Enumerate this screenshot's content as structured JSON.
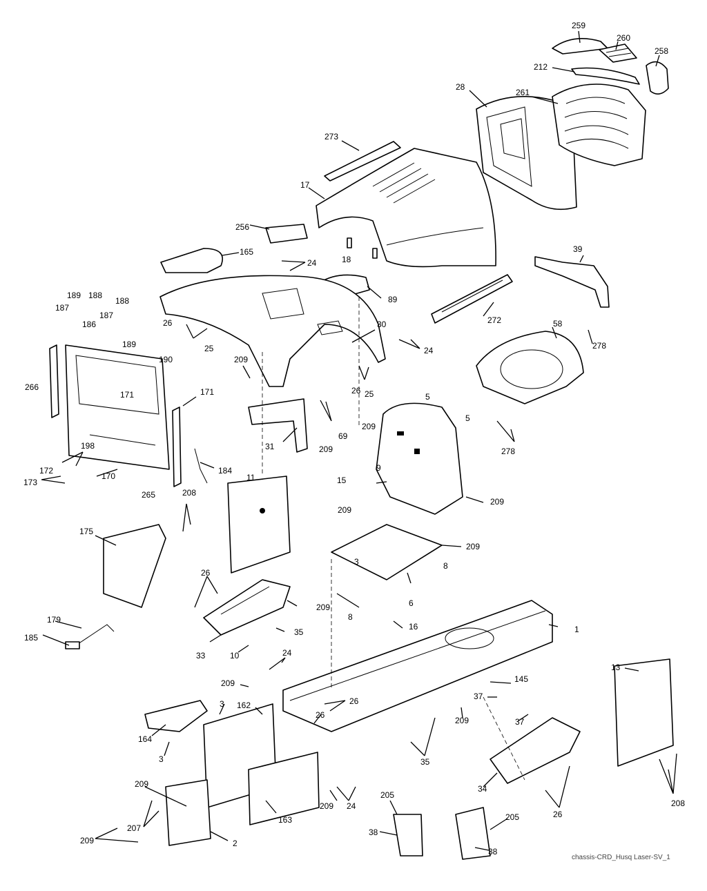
{
  "diagram": {
    "caption": "chassis-CRD_Husq Laser-SV_1",
    "callouts": [
      {
        "id": "c259",
        "text": "259"
      },
      {
        "id": "c260",
        "text": "260"
      },
      {
        "id": "c258",
        "text": "258"
      },
      {
        "id": "c212",
        "text": "212"
      },
      {
        "id": "c28",
        "text": "28"
      },
      {
        "id": "c261",
        "text": "261"
      },
      {
        "id": "c273",
        "text": "273"
      },
      {
        "id": "c17",
        "text": "17"
      },
      {
        "id": "c256",
        "text": "256"
      },
      {
        "id": "c18",
        "text": "18"
      },
      {
        "id": "c165",
        "text": "165"
      },
      {
        "id": "c24a",
        "text": "24"
      },
      {
        "id": "c89",
        "text": "89"
      },
      {
        "id": "c39",
        "text": "39"
      },
      {
        "id": "c272",
        "text": "272"
      },
      {
        "id": "c278a",
        "text": "278"
      },
      {
        "id": "c58",
        "text": "58"
      },
      {
        "id": "c189a",
        "text": "189"
      },
      {
        "id": "c188a",
        "text": "188"
      },
      {
        "id": "c188b",
        "text": "188"
      },
      {
        "id": "c187a",
        "text": "187"
      },
      {
        "id": "c187b",
        "text": "187"
      },
      {
        "id": "c186",
        "text": "186"
      },
      {
        "id": "c189b",
        "text": "189"
      },
      {
        "id": "c26a",
        "text": "26"
      },
      {
        "id": "c25a",
        "text": "25"
      },
      {
        "id": "c30",
        "text": "30"
      },
      {
        "id": "c24b",
        "text": "24"
      },
      {
        "id": "c190",
        "text": "190"
      },
      {
        "id": "c209a",
        "text": "209"
      },
      {
        "id": "c26b",
        "text": "26"
      },
      {
        "id": "c25b",
        "text": "25"
      },
      {
        "id": "c266",
        "text": "266"
      },
      {
        "id": "c171a",
        "text": "171"
      },
      {
        "id": "c171b",
        "text": "171"
      },
      {
        "id": "c5a",
        "text": "5"
      },
      {
        "id": "c5b",
        "text": "5"
      },
      {
        "id": "c209b",
        "text": "209"
      },
      {
        "id": "c69",
        "text": "69"
      },
      {
        "id": "c31",
        "text": "31"
      },
      {
        "id": "c209c",
        "text": "209"
      },
      {
        "id": "c278b",
        "text": "278"
      },
      {
        "id": "c198",
        "text": "198"
      },
      {
        "id": "c172",
        "text": "172"
      },
      {
        "id": "c173",
        "text": "173"
      },
      {
        "id": "c170",
        "text": "170"
      },
      {
        "id": "c184",
        "text": "184"
      },
      {
        "id": "c9",
        "text": "9"
      },
      {
        "id": "c11",
        "text": "11"
      },
      {
        "id": "c15",
        "text": "15"
      },
      {
        "id": "c265",
        "text": "265"
      },
      {
        "id": "c208a",
        "text": "208"
      },
      {
        "id": "c209d",
        "text": "209"
      },
      {
        "id": "c209e",
        "text": "209"
      },
      {
        "id": "c3a",
        "text": "3"
      },
      {
        "id": "c209f",
        "text": "209"
      },
      {
        "id": "c175",
        "text": "175"
      },
      {
        "id": "c8a",
        "text": "8"
      },
      {
        "id": "c26c",
        "text": "26"
      },
      {
        "id": "c6",
        "text": "6"
      },
      {
        "id": "c209g",
        "text": "209"
      },
      {
        "id": "c8b",
        "text": "8"
      },
      {
        "id": "c179",
        "text": "179"
      },
      {
        "id": "c16",
        "text": "16"
      },
      {
        "id": "c35a",
        "text": "35"
      },
      {
        "id": "c1",
        "text": "1"
      },
      {
        "id": "c185",
        "text": "185"
      },
      {
        "id": "c33",
        "text": "33"
      },
      {
        "id": "c10",
        "text": "10"
      },
      {
        "id": "c24c",
        "text": "24"
      },
      {
        "id": "c13",
        "text": "13"
      },
      {
        "id": "c209h",
        "text": "209"
      },
      {
        "id": "c145",
        "text": "145"
      },
      {
        "id": "c3b",
        "text": "3"
      },
      {
        "id": "c162",
        "text": "162"
      },
      {
        "id": "c26d",
        "text": "26"
      },
      {
        "id": "c26e",
        "text": "26"
      },
      {
        "id": "c37a",
        "text": "37"
      },
      {
        "id": "c164",
        "text": "164"
      },
      {
        "id": "c209i",
        "text": "209"
      },
      {
        "id": "c37b",
        "text": "37"
      },
      {
        "id": "c3c",
        "text": "3"
      },
      {
        "id": "c35b",
        "text": "35"
      },
      {
        "id": "c34",
        "text": "34"
      },
      {
        "id": "c209j",
        "text": "209"
      },
      {
        "id": "c207",
        "text": "207"
      },
      {
        "id": "c209k",
        "text": "209"
      },
      {
        "id": "c24d",
        "text": "24"
      },
      {
        "id": "c163",
        "text": "163"
      },
      {
        "id": "c26f",
        "text": "26"
      },
      {
        "id": "c208b",
        "text": "208"
      },
      {
        "id": "c205a",
        "text": "205"
      },
      {
        "id": "c205b",
        "text": "205"
      },
      {
        "id": "c209l",
        "text": "209"
      },
      {
        "id": "c2",
        "text": "2"
      },
      {
        "id": "c38a",
        "text": "38"
      },
      {
        "id": "c38b",
        "text": "38"
      }
    ]
  }
}
